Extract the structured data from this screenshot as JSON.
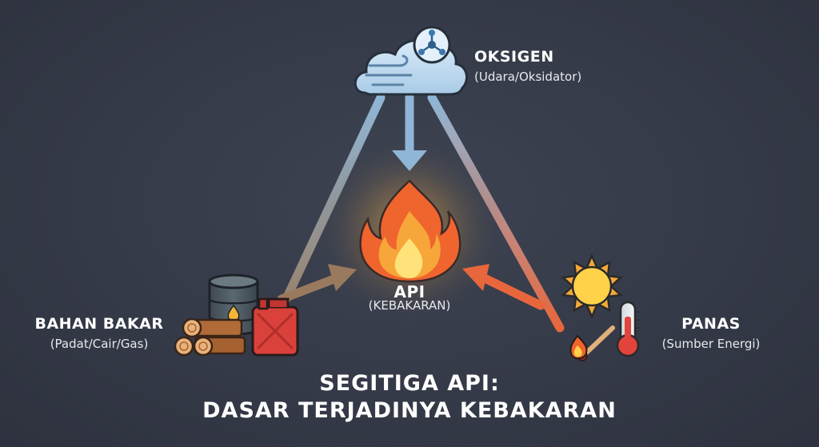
{
  "oxygen": {
    "title": "OKSIGEN",
    "subtitle": "(Udara/Oksidator)",
    "icon": "cloud-molecule-icon"
  },
  "fuel": {
    "title": "BAHAN BAKAR",
    "subtitle": "(Padat/Cair/Gas)",
    "icon": "fuel-barrel-logs-jerrycan-icon"
  },
  "heat": {
    "title": "PANAS",
    "subtitle": "(Sumber Energi)",
    "icon": "sun-match-thermometer-icon"
  },
  "center": {
    "title": "API",
    "subtitle": "(KEBAKARAN)",
    "icon": "flame-icon"
  },
  "caption": {
    "line1": "SEGITIGA API:",
    "line2": "DASAR TERJADINYA KEBAKARAN"
  },
  "colors": {
    "background": "#353a48",
    "oxygen_edge": "#8fb6d6",
    "fuel_edge": "#9a7a5e",
    "heat_edge": "#e8663c",
    "flame_outer": "#f0642d",
    "flame_inner": "#ffd75a"
  }
}
